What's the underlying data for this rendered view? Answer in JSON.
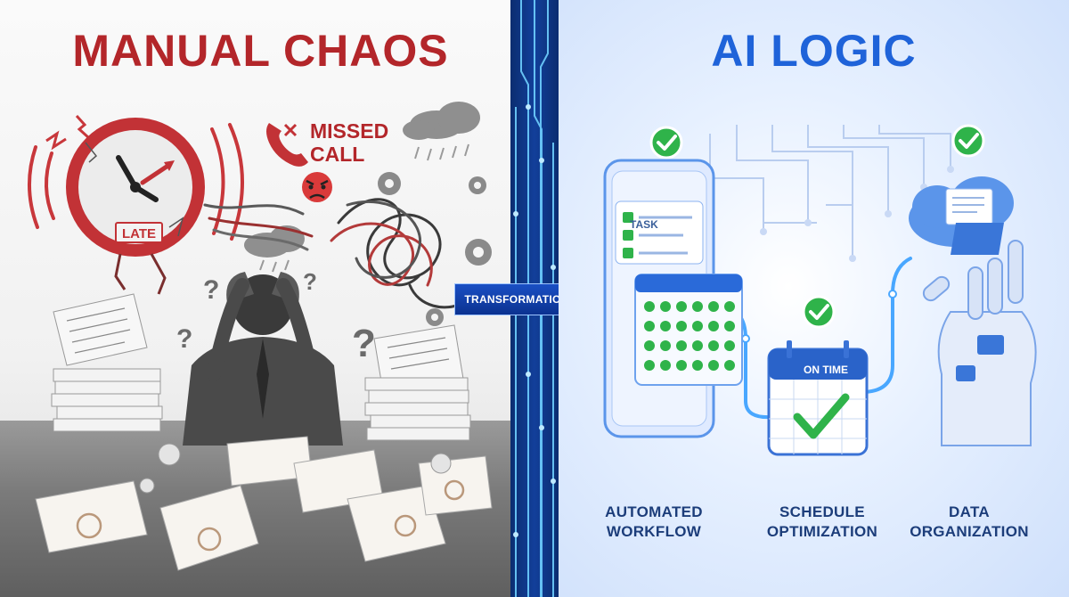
{
  "left_panel": {
    "title": "MANUAL CHAOS",
    "clock_label": "LATE",
    "missed_call": [
      "MISSED",
      "CALL"
    ]
  },
  "divider": {
    "transformation_label": "TRANSFORMATION"
  },
  "right_panel": {
    "title": "AI LOGIC",
    "phone_header": "TASK",
    "calendar_label": "ON TIME",
    "captions": [
      [
        "AUTOMATED",
        "WORKFLOW"
      ],
      [
        "SCHEDULE",
        "OPTIMIZATION"
      ],
      [
        "DATA",
        "ORGANIZATION"
      ]
    ]
  },
  "colors": {
    "chaos_red": "#b3262a",
    "ai_blue": "#1f63d9",
    "divider_navy": "#0b2d70",
    "check_green": "#2fb34a"
  },
  "icons": [
    "clock-icon",
    "phone-icon",
    "angry-face-icon",
    "cloud-icon",
    "gear-icon",
    "stressed-person-icon",
    "paper-stack-icon",
    "smartphone-icon",
    "calendar-icon",
    "cloud-folder-icon",
    "robot-hand-icon",
    "checkmark-icon",
    "arrow-right-icon"
  ]
}
